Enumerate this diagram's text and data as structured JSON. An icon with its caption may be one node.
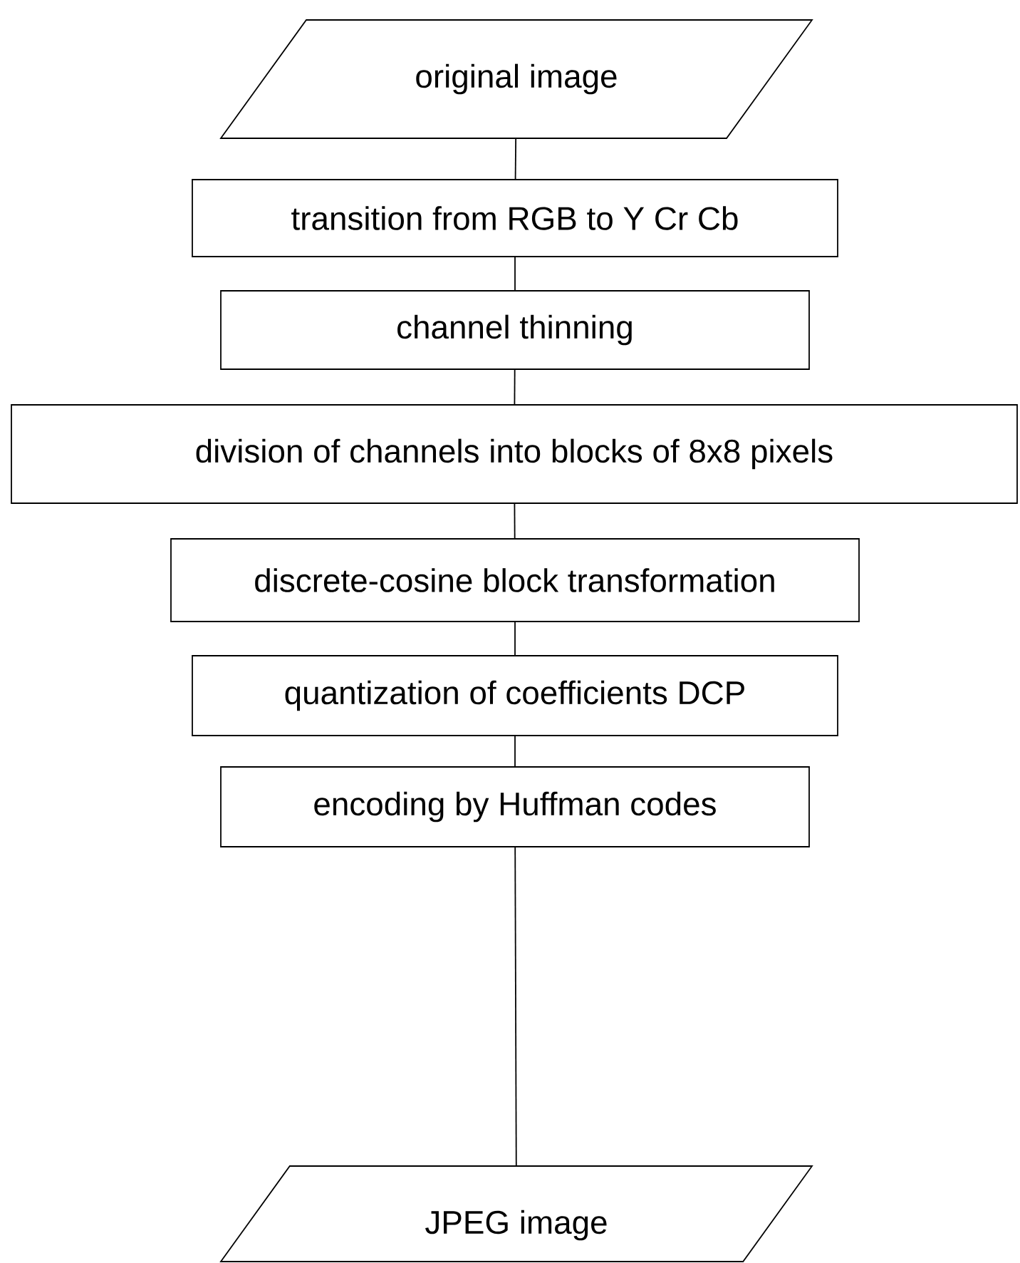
{
  "diagram": {
    "nodes": [
      {
        "text": [
          "original image"
        ]
      },
      {
        "text": [
          "transition from RGB to Y Cr Cb"
        ]
      },
      {
        "text": [
          "channel thinning"
        ]
      },
      {
        "text": [
          "division of channels into blocks of 8x8 pixels"
        ]
      },
      {
        "text": [
          "discrete-cosine block transformation"
        ]
      },
      {
        "text": [
          "quantization of coefficients DCP"
        ]
      },
      {
        "text": [
          "encoding by Huffman codes"
        ]
      },
      {
        "text": [
          "JPEG image"
        ]
      }
    ],
    "edges": [
      {
        "from": 0,
        "to": 1,
        "arrow": "none"
      },
      {
        "from": 1,
        "to": 2,
        "arrow": "none"
      },
      {
        "from": 2,
        "to": 3,
        "arrow": "none"
      },
      {
        "from": 3,
        "to": 4,
        "arrow": "none"
      },
      {
        "from": 4,
        "to": 5,
        "arrow": "none"
      },
      {
        "from": 5,
        "to": 6,
        "arrow": "none"
      },
      {
        "from": 6,
        "to": 7,
        "arrow": "none"
      }
    ]
  }
}
